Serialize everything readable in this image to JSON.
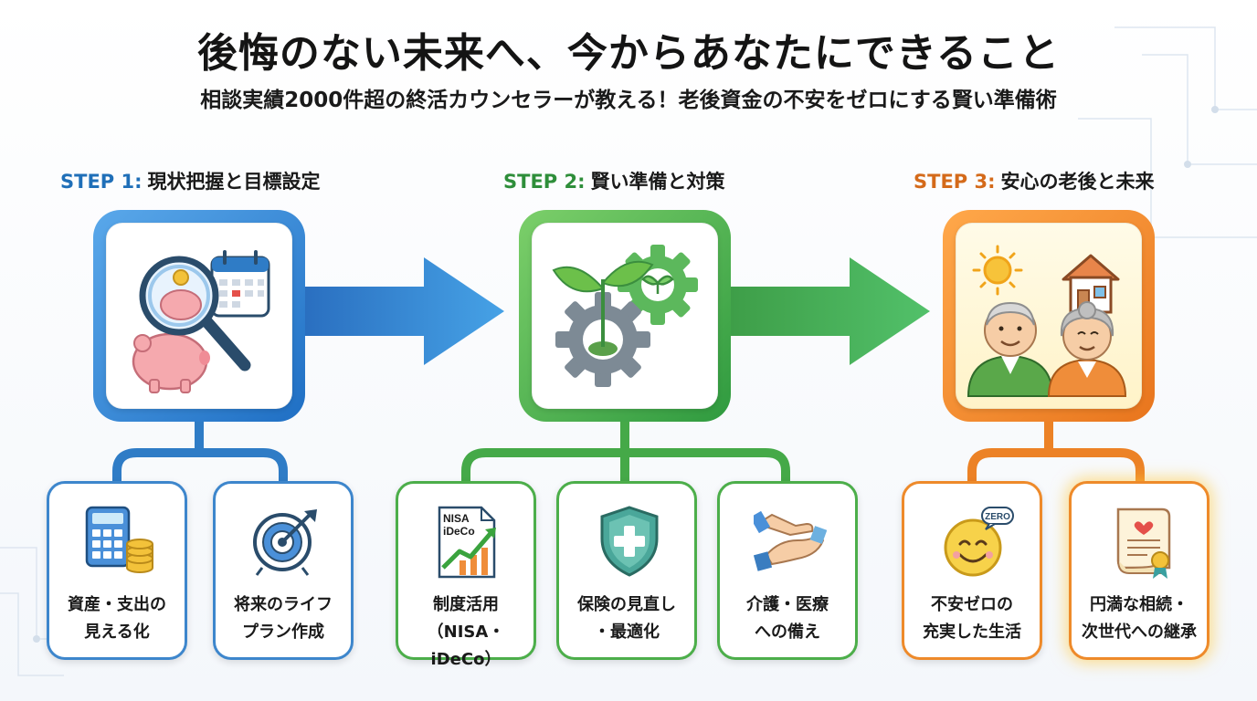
{
  "header": {
    "title": "後悔のない未来へ、今からあなたにできること",
    "subtitle": "相談実績2000件超の終活カウンセラーが教える！老後資金の不安をゼロにする賢い準備術"
  },
  "steps": [
    {
      "number": "STEP 1:",
      "title": "現状把握と目標設定",
      "color": "#1f6fb8",
      "items": [
        {
          "line1": "資産・支出の",
          "line2": "見える化"
        },
        {
          "line1": "将来のライフ",
          "line2": "プラン作成"
        }
      ]
    },
    {
      "number": "STEP 2:",
      "title": "賢い準備と対策",
      "color": "#2e8e3a",
      "items": [
        {
          "line1": "制度活用",
          "line2": "（NISA・iDeCo）"
        },
        {
          "line1": "保険の見直し",
          "line2": "・最適化"
        },
        {
          "line1": "介護・医療",
          "line2": "への備え"
        }
      ]
    },
    {
      "number": "STEP 3:",
      "title": "安心の老後と未来",
      "color": "#d46a1a",
      "items": [
        {
          "line1": "不安ゼロの",
          "line2": "充実した生活"
        },
        {
          "line1": "円満な相続・",
          "line2": "次世代への継承"
        }
      ]
    }
  ],
  "icons": {
    "nisa_doc_line1": "NISA",
    "nisa_doc_line2": "iDeCo",
    "zero_bubble": "ZERO"
  },
  "colors": {
    "blue": "#2a7bc8",
    "green": "#3ea346",
    "orange": "#ec8226"
  }
}
